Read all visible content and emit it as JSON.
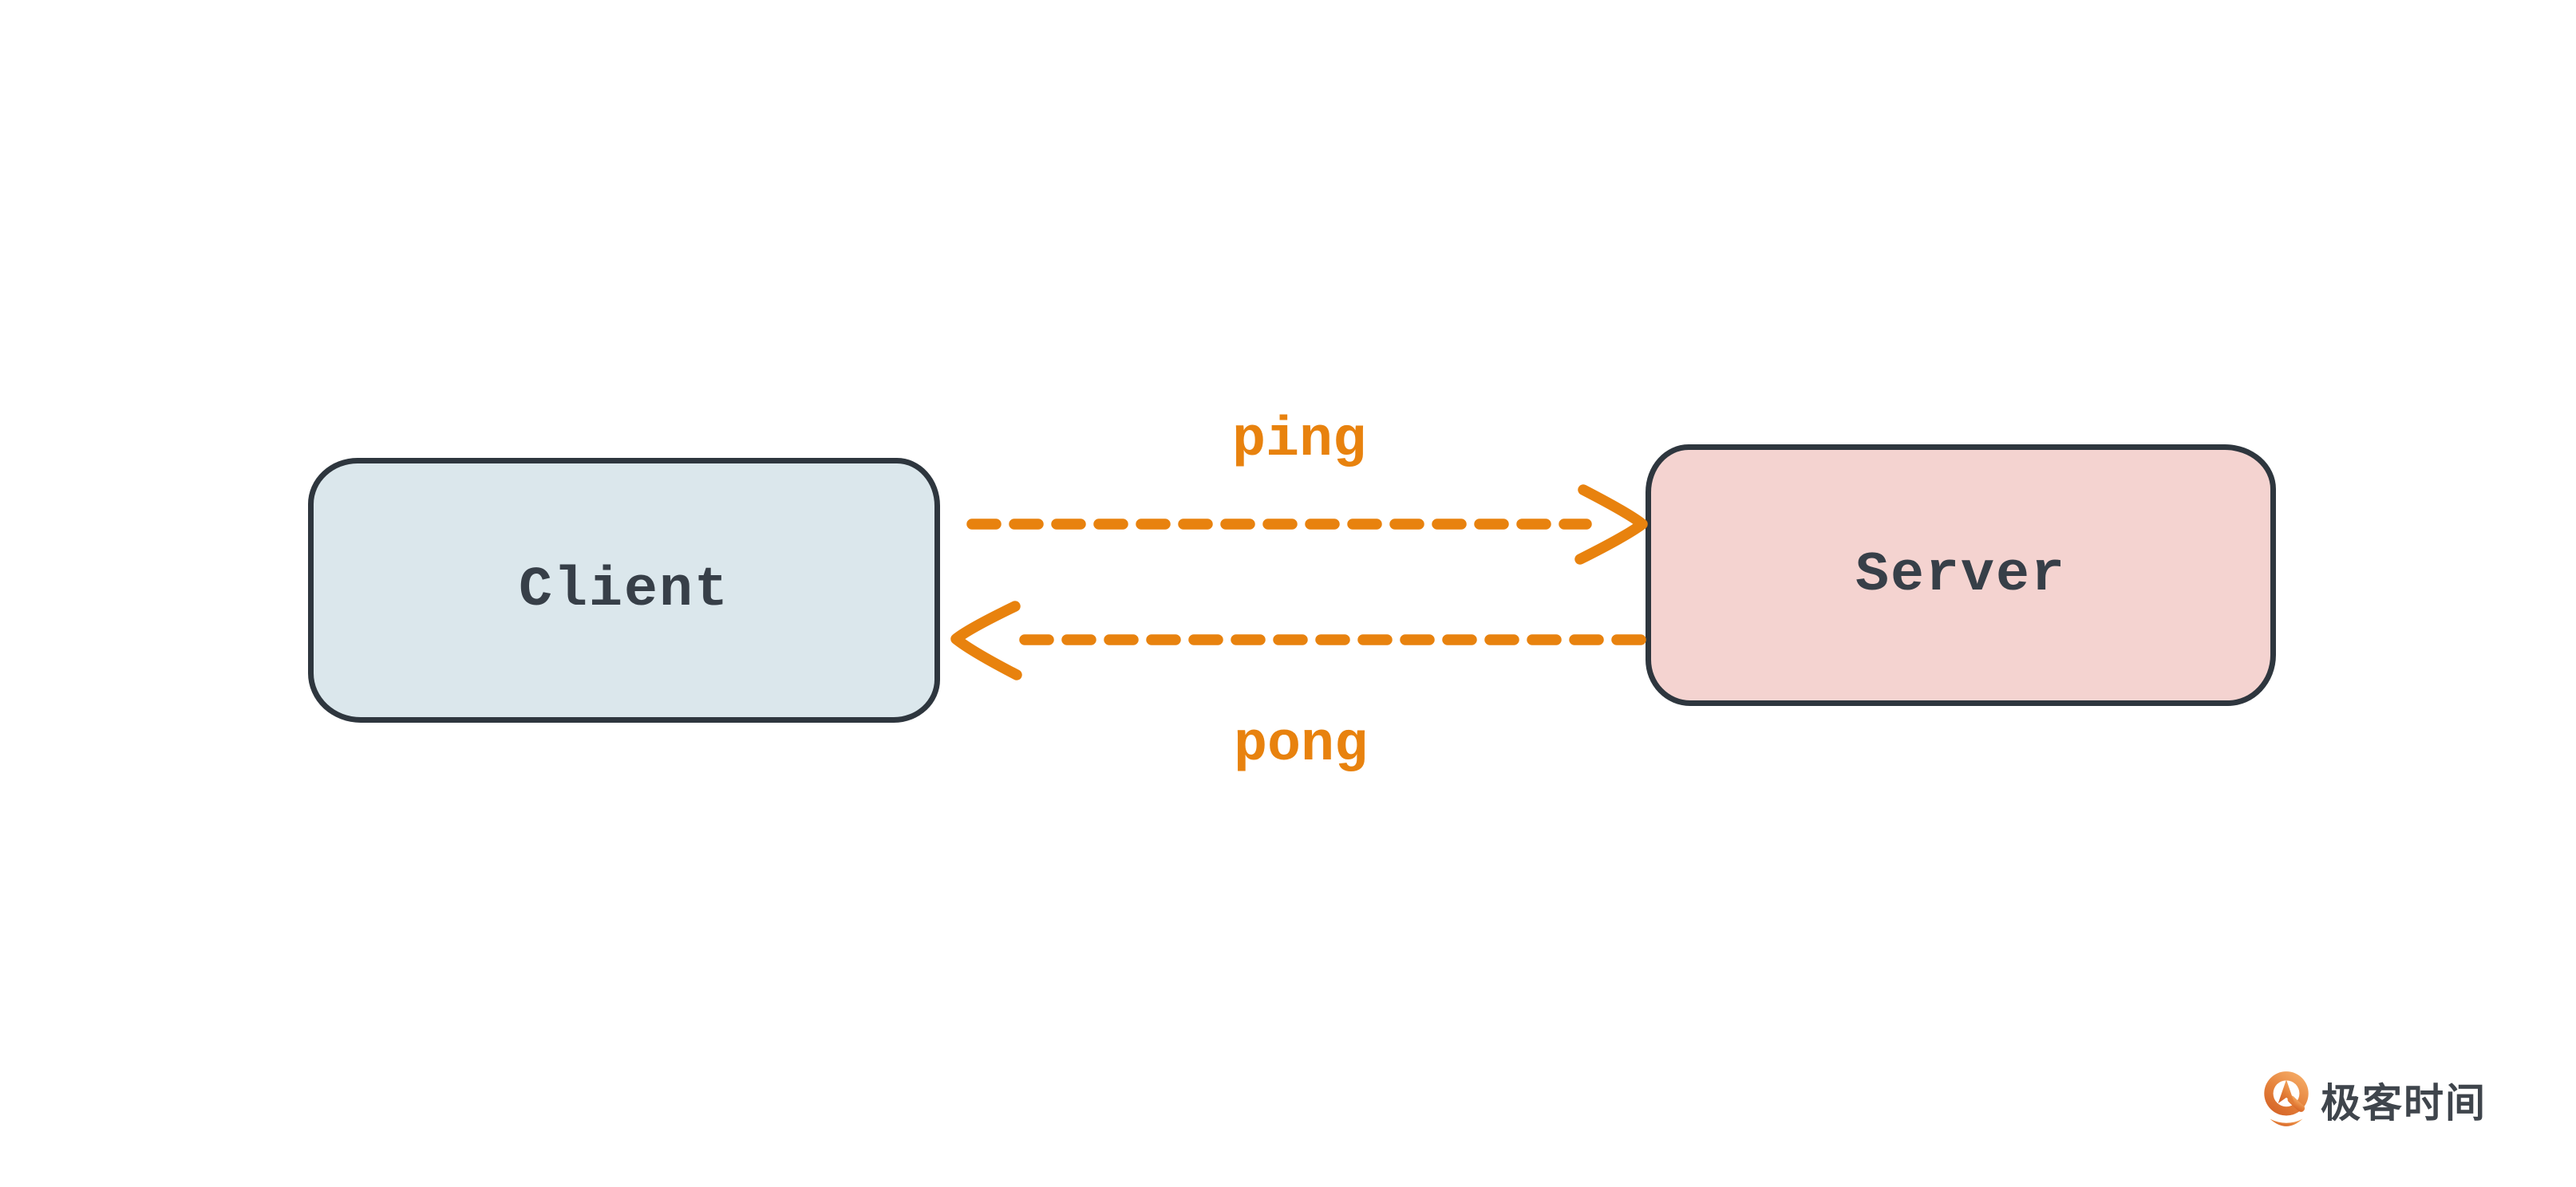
{
  "diagram": {
    "client": {
      "label": "Client"
    },
    "server": {
      "label": "Server"
    },
    "request": {
      "label": "ping",
      "direction": "client-to-server"
    },
    "response": {
      "label": "pong",
      "direction": "server-to-client"
    }
  },
  "logo": {
    "text": "极客时间",
    "icon": "geektime-pin-icon"
  },
  "colors": {
    "background": "#ffffff",
    "client_fill": "#dbe7ec",
    "server_fill": "#f4d3d0",
    "box_border": "#2e363e",
    "box_text": "#373f48",
    "arrow": "#e8820e",
    "logo_text": "#3f454c",
    "logo_orange_light": "#f3a05b",
    "logo_orange_dark": "#d9682a"
  }
}
